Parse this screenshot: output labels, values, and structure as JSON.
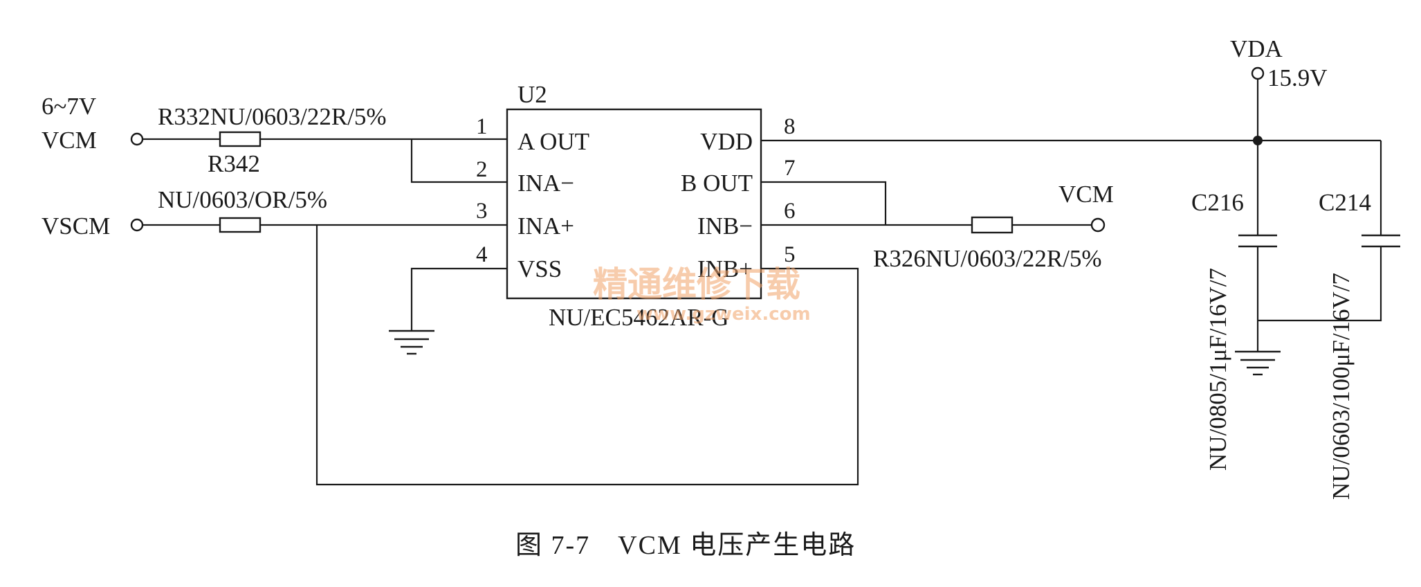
{
  "ic": {
    "ref": "U2",
    "part": "NU/EC5462AR-G",
    "pins": [
      {
        "num": "1",
        "name": "A OUT"
      },
      {
        "num": "2",
        "name": "INA−"
      },
      {
        "num": "3",
        "name": "INA+"
      },
      {
        "num": "4",
        "name": "VSS"
      },
      {
        "num": "5",
        "name": "INB+"
      },
      {
        "num": "6",
        "name": "INB−"
      },
      {
        "num": "7",
        "name": "B OUT"
      },
      {
        "num": "8",
        "name": "VDD"
      }
    ]
  },
  "nets": {
    "vcm_in_voltage": "6~7V",
    "vcm_in": "VCM",
    "vscm_in": "VSCM",
    "vcm_out": "VCM",
    "vda": "VDA",
    "vda_voltage": "15.9V"
  },
  "resistors": {
    "r332_label": "R332NU/0603/22R/5%",
    "r342_label": "R342",
    "vscm_res_label": "NU/0603/OR/5%",
    "r326_label": "R326NU/0603/22R/5%"
  },
  "capacitors": {
    "c216_ref": "C216",
    "c216_value": "NU/0805/1μF/16V/7",
    "c214_ref": "C214",
    "c214_value": "NU/0603/100μF/16V/7"
  },
  "caption": "图 7-7　VCM 电压产生电路",
  "watermark": {
    "line1": "精通维修下载",
    "line2": "www.gzweix.com"
  }
}
